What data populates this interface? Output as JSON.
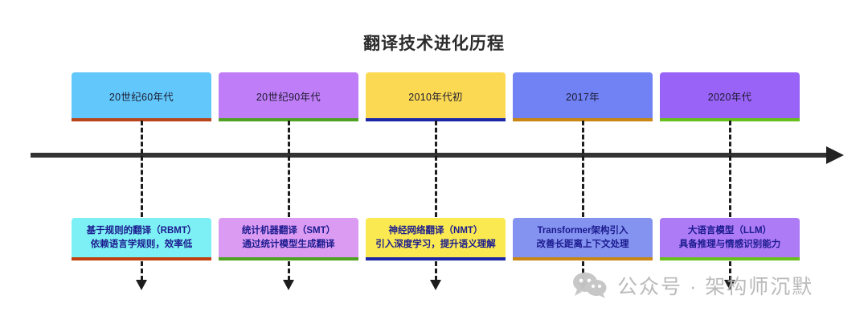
{
  "page": {
    "title": "翻译技术进化历程",
    "background": "#ffffff"
  },
  "timeline": {
    "axis_color": "#333333",
    "arrow_direction": "right",
    "milestones": [
      {
        "era_label": "20世纪60年代",
        "era_fill": "#62C8FC",
        "era_accent": "#B8441B",
        "desc_title": "基于规则的翻译（RBMT）",
        "desc_detail": "依赖语言学规则，效率低",
        "desc_fill": "#7DF0F5",
        "desc_accent": "#C0400F"
      },
      {
        "era_label": "20世纪90年代",
        "era_fill": "#C07DF8",
        "era_accent": "#4FA121",
        "desc_title": "统计机器翻译（SMT）",
        "desc_detail": "通过统计模型生成翻译",
        "desc_fill": "#DB9BF2",
        "desc_accent": "#4FA121"
      },
      {
        "era_label": "2010年代初",
        "era_fill": "#FCD953",
        "era_accent": "#1B27A8",
        "desc_title": "神经网络翻译（NMT）",
        "desc_detail": "引入深度学习，提升语义理解",
        "desc_fill": "#FAE951",
        "desc_accent": "#1B27A8"
      },
      {
        "era_label": "2017年",
        "era_fill": "#7182F4",
        "era_accent": "#C98612",
        "desc_title": "Transformer架构引入",
        "desc_detail": "改善长距离上下文处理",
        "desc_fill": "#8593F0",
        "desc_accent": "#C98612"
      },
      {
        "era_label": "2020年代",
        "era_fill": "#9A63F7",
        "era_accent": "#67C01B",
        "desc_title": "大语言模型（LLM）",
        "desc_detail": "具备推理与情感识别能力",
        "desc_fill": "#AE7BF7",
        "desc_accent": "#67C01B"
      }
    ]
  },
  "watermark": {
    "icon": "wechat-icon",
    "text": "公众号 · 架构师沉默",
    "color": "#b9b9b9"
  }
}
